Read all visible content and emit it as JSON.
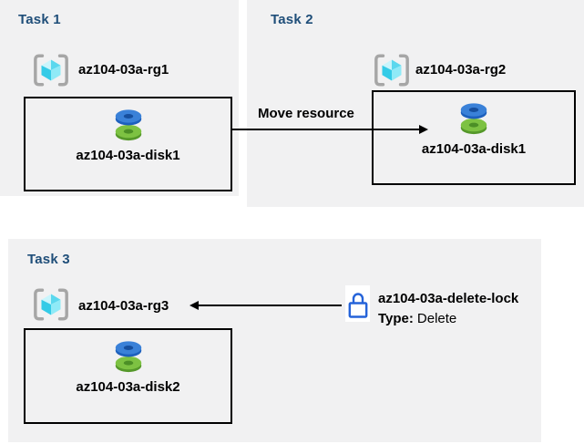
{
  "tasks": [
    {
      "title": "Task 1",
      "resource_group": "az104-03a-rg1",
      "resource": "az104-03a-disk1"
    },
    {
      "title": "Task 2",
      "resource_group": "az104-03a-rg2",
      "resource": "az104-03a-disk1"
    },
    {
      "title": "Task 3",
      "resource_group": "az104-03a-rg3",
      "resource": "az104-03a-disk2"
    }
  ],
  "annotations": {
    "move": {
      "label": "Move resource"
    },
    "lock": {
      "name": "az104-03a-delete-lock",
      "type_label": "Type:",
      "type_value": "Delete"
    }
  },
  "icons": {
    "resource_group": "azure-resource-group-icon",
    "disk": "azure-disk-icon",
    "lock": "delete-lock-icon"
  },
  "colors": {
    "panel_bg": "#f1f1f2",
    "task_title": "#1f4e79",
    "text": "#000000",
    "arrow": "#000000",
    "lock_blue": "#2563d9",
    "disk_blue": "#3a81d8",
    "disk_green": "#7dc242",
    "cube_cyan": "#5bd8ee",
    "bracket_gray": "#a6a6a6"
  }
}
